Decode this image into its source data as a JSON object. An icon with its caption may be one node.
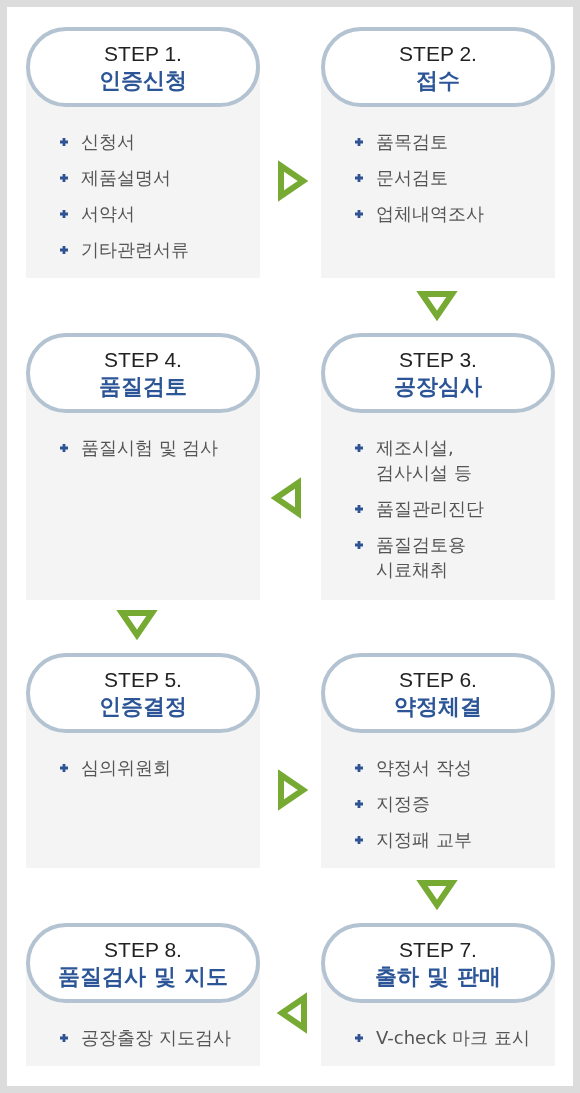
{
  "diagram": {
    "nodes": [
      {
        "text": [
          "STEP 1.",
          "인증신청"
        ]
      },
      {
        "text": [
          "신청서",
          "제품설명서",
          "서약서",
          "기타관련서류"
        ]
      },
      {
        "text": [
          "STEP 2.",
          "접수"
        ]
      },
      {
        "text": [
          "품목검토",
          "문서검토",
          "업체내역조사"
        ]
      },
      {
        "text": [
          "STEP 3.",
          "공장심사"
        ]
      },
      {
        "text": [
          "제조시설, 검사시설 등",
          "품질관리진단",
          "품질검토용 시료채취"
        ]
      },
      {
        "text": [
          "STEP 4.",
          "품질검토"
        ]
      },
      {
        "text": [
          "품질시험 및 검사"
        ]
      },
      {
        "text": [
          "STEP 5.",
          "인증결정"
        ]
      },
      {
        "text": [
          "심의위원회"
        ]
      },
      {
        "text": [
          "STEP 6.",
          "약정체결"
        ]
      },
      {
        "text": [
          "약정서 작성",
          "지정증",
          "지정패 교부"
        ]
      },
      {
        "text": [
          "STEP 7.",
          "출하 및 판매"
        ]
      },
      {
        "text": [
          "V-check 마크 표시"
        ]
      },
      {
        "text": [
          "STEP 8.",
          "품질검사 및 지도"
        ]
      },
      {
        "text": [
          "공장출장 지도검사"
        ]
      }
    ],
    "edges": [
      {
        "from": 1,
        "to": 3,
        "arrow": "to"
      },
      {
        "from": 3,
        "to": 4,
        "arrow": "to"
      },
      {
        "from": 5,
        "to": 7,
        "arrow": "to"
      },
      {
        "from": 7,
        "to": 8,
        "arrow": "to"
      },
      {
        "from": 9,
        "to": 11,
        "arrow": "to"
      },
      {
        "from": 11,
        "to": 12,
        "arrow": "to"
      },
      {
        "from": 13,
        "to": 15,
        "arrow": "to"
      }
    ]
  }
}
